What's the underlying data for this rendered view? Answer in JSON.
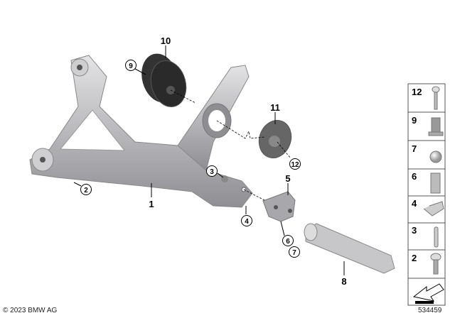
{
  "callouts": {
    "p1": "1",
    "p2": "2",
    "p3": "3",
    "p4": "4",
    "p5": "5",
    "p6": "6",
    "p7": "7",
    "p8": "8",
    "p9": "9",
    "p10": "10",
    "p11": "11",
    "p12": "12"
  },
  "legend": [
    "12",
    "9",
    "7",
    "6",
    "4",
    "3",
    "2"
  ],
  "copyright": "© 2023 BMW AG",
  "diagram_number": "534459"
}
